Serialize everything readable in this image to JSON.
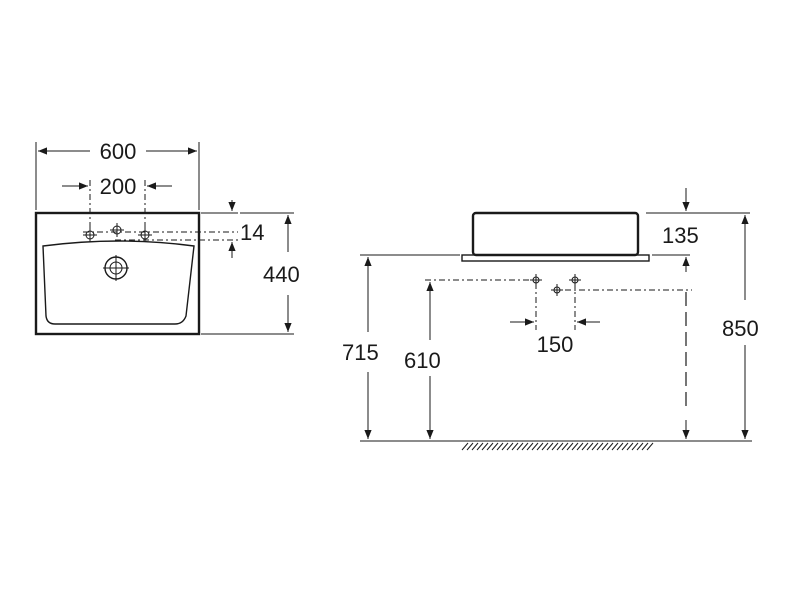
{
  "drawing": {
    "top_view": {
      "width_label": "600",
      "tap_spacing_label": "200",
      "rim_offset_label": "14",
      "depth_label": "440"
    },
    "side_view": {
      "basin_height_label": "135",
      "tap_spacing_label": "150",
      "counter_height_label": "715",
      "outlet_height_label": "610",
      "overall_height_label": "850"
    }
  }
}
